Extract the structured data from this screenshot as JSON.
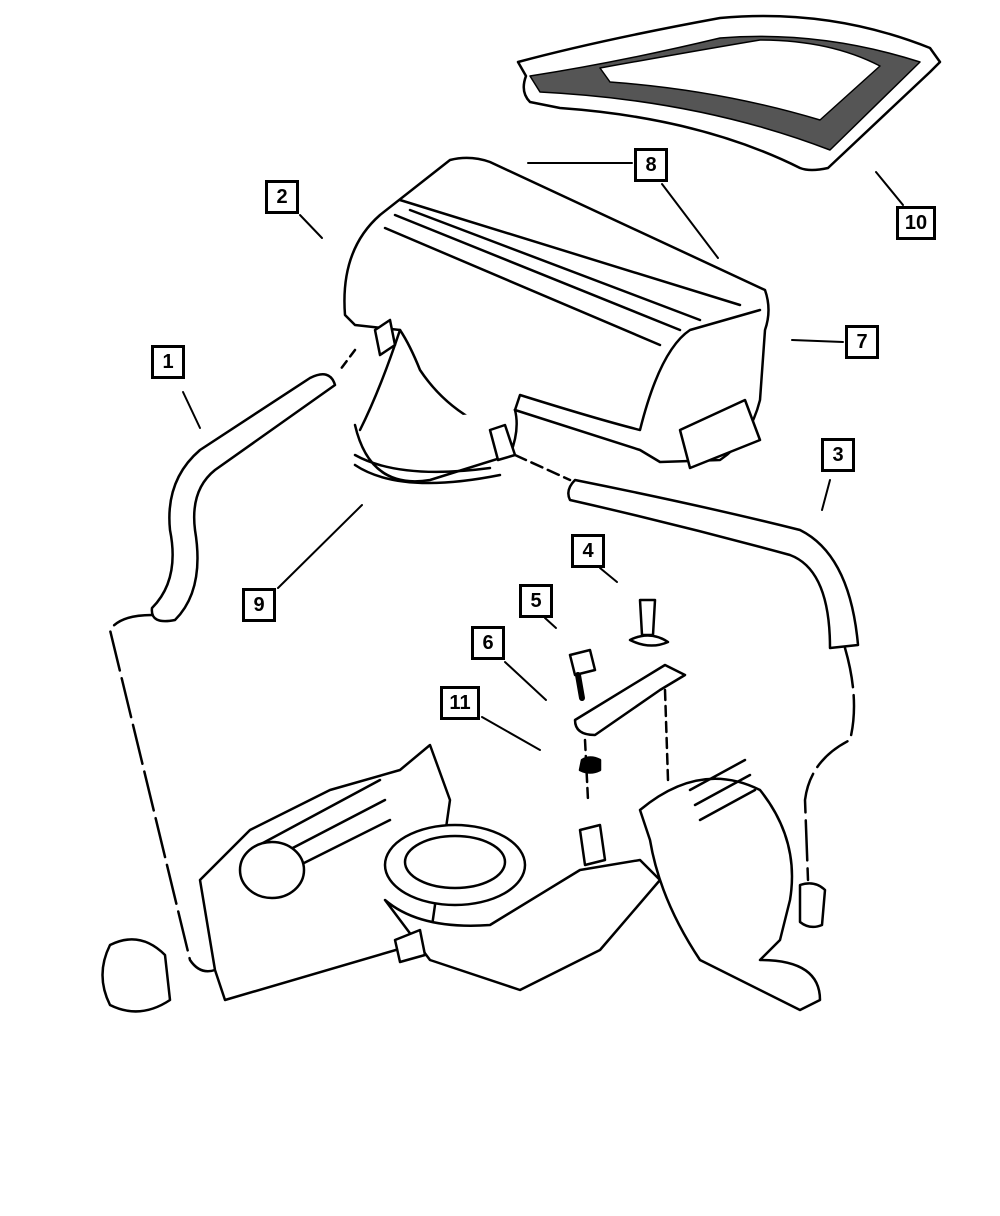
{
  "diagram": {
    "callouts": [
      {
        "id": "c1",
        "label": "1"
      },
      {
        "id": "c2",
        "label": "2"
      },
      {
        "id": "c3",
        "label": "3"
      },
      {
        "id": "c4",
        "label": "4"
      },
      {
        "id": "c5",
        "label": "5"
      },
      {
        "id": "c6",
        "label": "6"
      },
      {
        "id": "c7",
        "label": "7"
      },
      {
        "id": "c8",
        "label": "8"
      },
      {
        "id": "c9",
        "label": "9"
      },
      {
        "id": "c10",
        "label": "10"
      },
      {
        "id": "c11",
        "label": "11"
      }
    ],
    "line_color": "#000000",
    "background": "#ffffff"
  }
}
